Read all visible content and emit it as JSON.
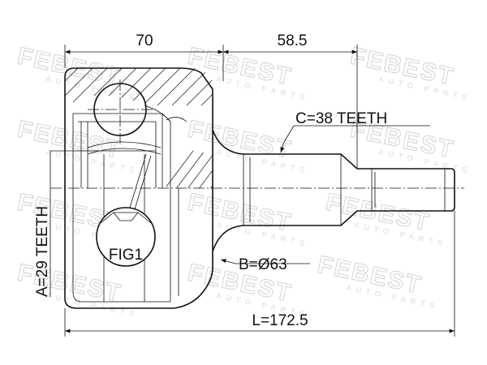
{
  "dimensions": {
    "housing_length": "70",
    "shaft_length": "58.5",
    "spline_c": "C=38 TEETH",
    "spline_a": "A=29 TEETH",
    "outer_diameter": "B=Ø63",
    "total_length": "L=172.5"
  },
  "figure_label": "FIG1",
  "watermark": {
    "brand": "FEBEST",
    "tagline": "AUTO PARTS"
  },
  "colors": {
    "line": "#111111",
    "watermark": "#d6d6d6",
    "background": "#ffffff"
  }
}
